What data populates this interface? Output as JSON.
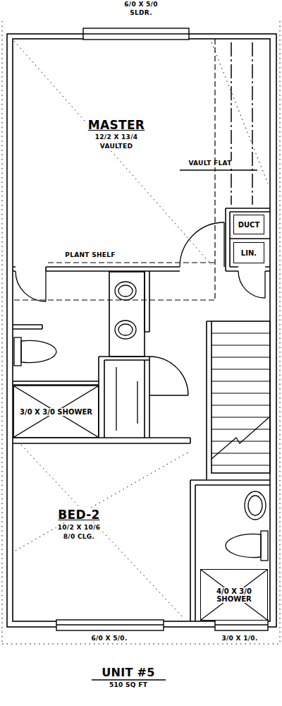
{
  "diagram": {
    "title": "UNIT #5",
    "nodes": [
      {
        "text": [
          "DUCT"
        ]
      },
      {
        "text": [
          "LIN."
        ]
      },
      {
        "text": [
          "3/0 X 3/0 SHOWER"
        ]
      },
      {
        "text": [
          "4/0 X 3/0 SHOWER"
        ]
      }
    ],
    "labels": [
      "6/0 X 5/0",
      "SLDR.",
      "MASTER",
      "12/2 X 13/4",
      "VAULTED",
      "VAULT FLAT",
      "PLANT SHELF",
      "BED-2",
      "10/2 X 10/6",
      "8/0 CLG.",
      "6/0 X 5/0.",
      "3/0 X 1/0.",
      "510 SQ FT"
    ]
  }
}
